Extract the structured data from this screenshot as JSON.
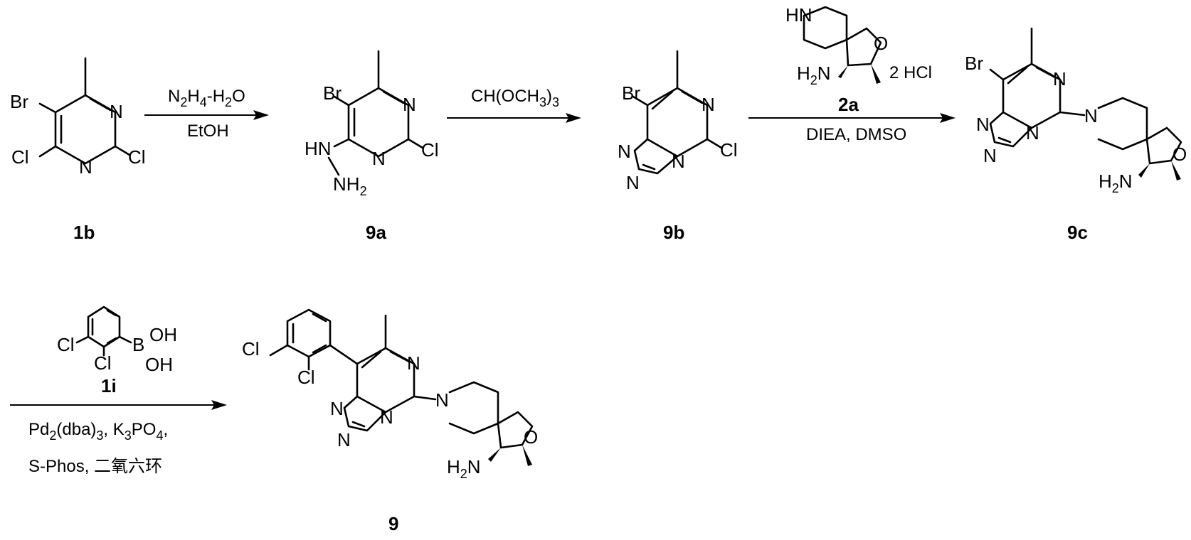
{
  "compounds": {
    "c1b": {
      "id": "1b",
      "Br": "Br",
      "Cl_left": "Cl",
      "Cl_right": "Cl",
      "N_top": "N",
      "N_bottom": "N"
    },
    "c9a": {
      "id": "9a",
      "Br": "Br",
      "Cl": "Cl",
      "N_top": "N",
      "N_bottom": "N",
      "HN": "HN",
      "NH2_main": "NH",
      "NH2_sub": "2"
    },
    "c9b": {
      "id": "9b",
      "Br": "Br",
      "Cl": "Cl",
      "N_top": "N",
      "N_ring": "N",
      "N_t1": "N",
      "N_t2": "N"
    },
    "c2a": {
      "id": "2a",
      "HN": "HN",
      "O": "O",
      "H2N_main": "H",
      "H2N_sub": "2",
      "H2N_N": "N",
      "salt": "2 HCl"
    },
    "c9c": {
      "id": "9c",
      "Br": "Br",
      "N_top": "N",
      "N_ring": "N",
      "N_pip": "N",
      "N_t1": "N",
      "N_t2": "N",
      "O": "O",
      "H2N_main": "H",
      "H2N_sub": "2",
      "H2N_N": "N"
    },
    "c1i": {
      "id": "1i",
      "Cl_a": "Cl",
      "Cl_b": "Cl",
      "B": "B",
      "OH_top": "OH",
      "OH_bottom": "OH"
    },
    "c9": {
      "id": "9",
      "Cl_a": "Cl",
      "Cl_b": "Cl",
      "N_top": "N",
      "N_ring": "N",
      "N_pip": "N",
      "N_t1": "N",
      "N_t2": "N",
      "O": "O",
      "H2N_main": "H",
      "H2N_sub": "2",
      "H2N_N": "N"
    }
  },
  "conditions": {
    "step1": {
      "reagent_a": "N",
      "reagent_a_sub": "2",
      "reagent_b": "H",
      "reagent_b_sub": "4",
      "reagent_c": "-H",
      "reagent_c_sub": "2",
      "reagent_d": "O",
      "solvent": "EtOH"
    },
    "step2": {
      "reagent_a": "CH(OCH",
      "reagent_a_sub": "3",
      "reagent_b": ")",
      "reagent_b_sub": "3"
    },
    "step3": {
      "conditions": "DIEA, DMSO"
    },
    "step4": {
      "line1_a": "Pd",
      "line1_a_sub": "2",
      "line1_b": "(dba)",
      "line1_b_sub": "3",
      "line1_c": ", K",
      "line1_c_sub": "3",
      "line1_d": "PO",
      "line1_d_sub": "4",
      "line1_e": ",",
      "line2": "S-Phos, 二氧六环"
    }
  }
}
